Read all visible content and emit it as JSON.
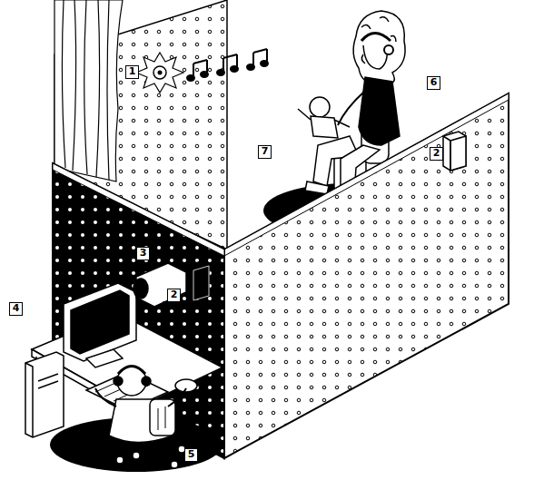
{
  "diagram": {
    "labels": [
      "1",
      "6",
      "7",
      "2",
      "3",
      "2",
      "4",
      "5"
    ]
  }
}
